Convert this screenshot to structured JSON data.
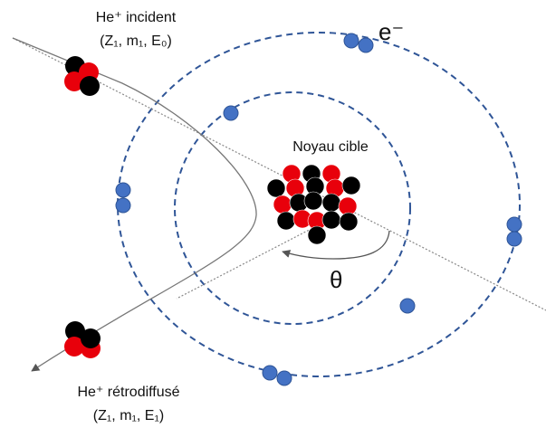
{
  "labels": {
    "incident_title": "He⁺ incident",
    "incident_params": "(Z₁, m₁, E₀)",
    "nucleus": "Noyau cible",
    "electron": "e⁻",
    "angle": "θ",
    "backscattered_title": "He⁺ rétrodiffusé",
    "backscattered_params": "(Z₁, m₁, E₁)"
  },
  "colors": {
    "orbit": "#2f5597",
    "electron": "#4472c4",
    "proton": "#e8000b",
    "neutron": "#000000",
    "trajectory": "#777777"
  }
}
